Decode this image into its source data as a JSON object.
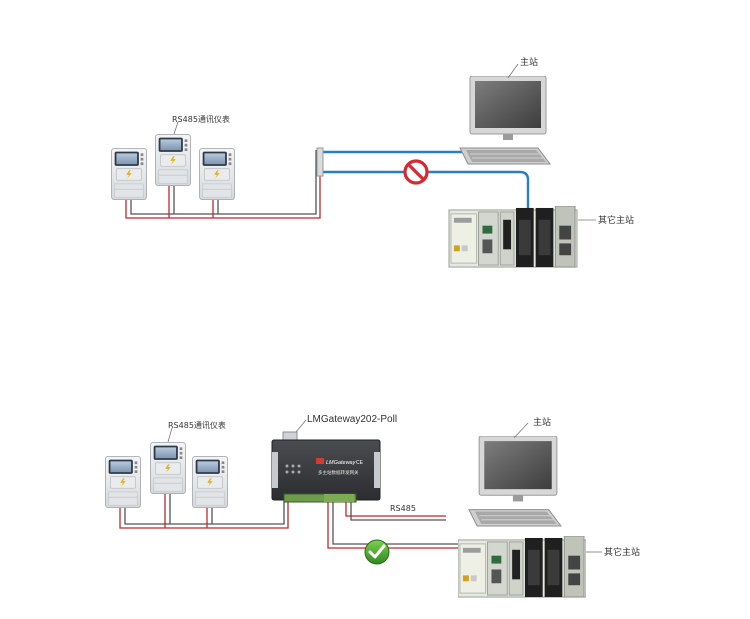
{
  "top": {
    "meters_label": "RS485通讯仪表",
    "master_label": "主站",
    "other_master_label": "其它主站",
    "status": "blocked"
  },
  "bottom": {
    "meters_label": "RS485通讯仪表",
    "gateway_label": "LMGateway202-Poll",
    "gateway_brand": "LMGateway",
    "gateway_badge": "CE",
    "gateway_subtitle": "多主站数据转发网关",
    "rs485_label": "RS485",
    "master_label": "主站",
    "other_master_label": "其它主站",
    "status": "ok"
  },
  "colors": {
    "bus_blue": "#2a7fc1",
    "wire_red": "#c0282a",
    "wire_dark": "#555555",
    "blocked_red": "#d9272e",
    "ok_green": "#3a9a2a"
  }
}
